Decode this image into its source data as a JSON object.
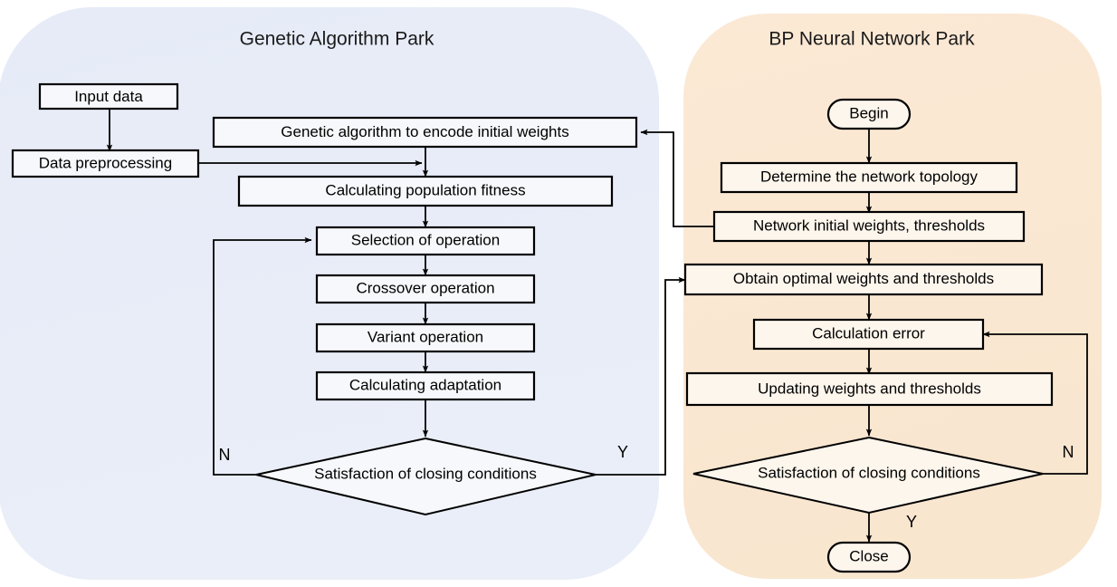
{
  "diagram": {
    "title_left": "Genetic Algorithm Park",
    "title_right": "BP Neural Network Park",
    "colors": {
      "left_panel_fill": "#e8edf7",
      "right_panel_fill": "#fae8d3",
      "box_stroke": "#000000",
      "left_box_fill": "#f7f8fb",
      "right_box_fill": "#fdf6ed",
      "text": "#000000",
      "background": "#ffffff"
    }
  },
  "left_panel": {
    "title": "Genetic Algorithm Park",
    "nodes": {
      "input_data": "Input data",
      "data_preprocessing": "Data preprocessing",
      "encode_initial_weights": "Genetic algorithm to encode initial weights",
      "population_fitness": "Calculating population fitness",
      "selection": "Selection of operation",
      "crossover": "Crossover operation",
      "variant": "Variant operation",
      "adaptation": "Calculating adaptation",
      "decision": "Satisfaction of closing conditions"
    },
    "branches": {
      "no": "N",
      "yes": "Y"
    }
  },
  "right_panel": {
    "title": "BP Neural Network Park",
    "nodes": {
      "begin": "Begin",
      "topology": "Determine the network topology",
      "initial_weights": "Network initial weights, thresholds",
      "obtain_optimal": "Obtain optimal weights and thresholds",
      "calculation_error": "Calculation error",
      "updating": "Updating weights and thresholds",
      "decision": "Satisfaction of closing conditions",
      "close": "Close"
    },
    "branches": {
      "no": "N",
      "yes": "Y"
    }
  }
}
